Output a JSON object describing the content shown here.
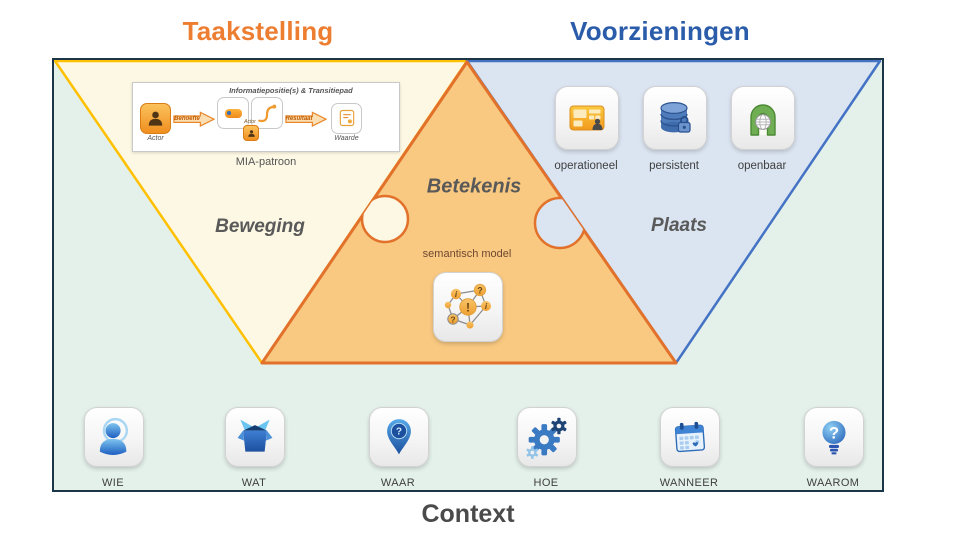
{
  "titles": {
    "top_left": "Taakstelling",
    "top_right": "Voorzieningen",
    "bottom": "Context"
  },
  "zones": {
    "beweging": {
      "label": "Beweging"
    },
    "betekenis": {
      "label": "Betekenis",
      "model_label": "semantisch model"
    },
    "plaats": {
      "label": "Plaats"
    }
  },
  "mia": {
    "caption": "MIA-patroon",
    "title": "Informatiepositie(s) & Transitiepad",
    "actor_label": "Actor",
    "need_arrow_label": "Behoefte",
    "result_arrow_label": "Resultaat",
    "small_actor_label": "Actor",
    "value_label": "Waarde"
  },
  "plaats_icons": [
    {
      "label": "operationeel",
      "icon": "dashboard-card-icon"
    },
    {
      "label": "persistent",
      "icon": "database-lock-icon"
    },
    {
      "label": "openbaar",
      "icon": "gateway-globe-icon"
    }
  ],
  "context_icons": [
    {
      "label": "WIE",
      "icon": "person-icon"
    },
    {
      "label": "WAT",
      "icon": "open-box-icon"
    },
    {
      "label": "WAAR",
      "icon": "location-pin-question-icon"
    },
    {
      "label": "HOE",
      "icon": "gears-icon"
    },
    {
      "label": "WANNEER",
      "icon": "calendar-icon"
    },
    {
      "label": "WAAROM",
      "icon": "lightbulb-question-icon"
    }
  ],
  "colors": {
    "taakstelling_title": "#ED7D31",
    "voorzieningen_title": "#2A5CAA",
    "context_title": "#4A4A4A",
    "beweging_fill": "#FDF8E4",
    "beweging_stroke": "#FFC000",
    "betekenis_fill": "#F9C981",
    "betekenis_stroke": "#E2712B",
    "plaats_fill": "#DBE5F1",
    "plaats_stroke": "#4472C4",
    "board_background": "#E4F1EA",
    "board_border": "#1D3647"
  }
}
